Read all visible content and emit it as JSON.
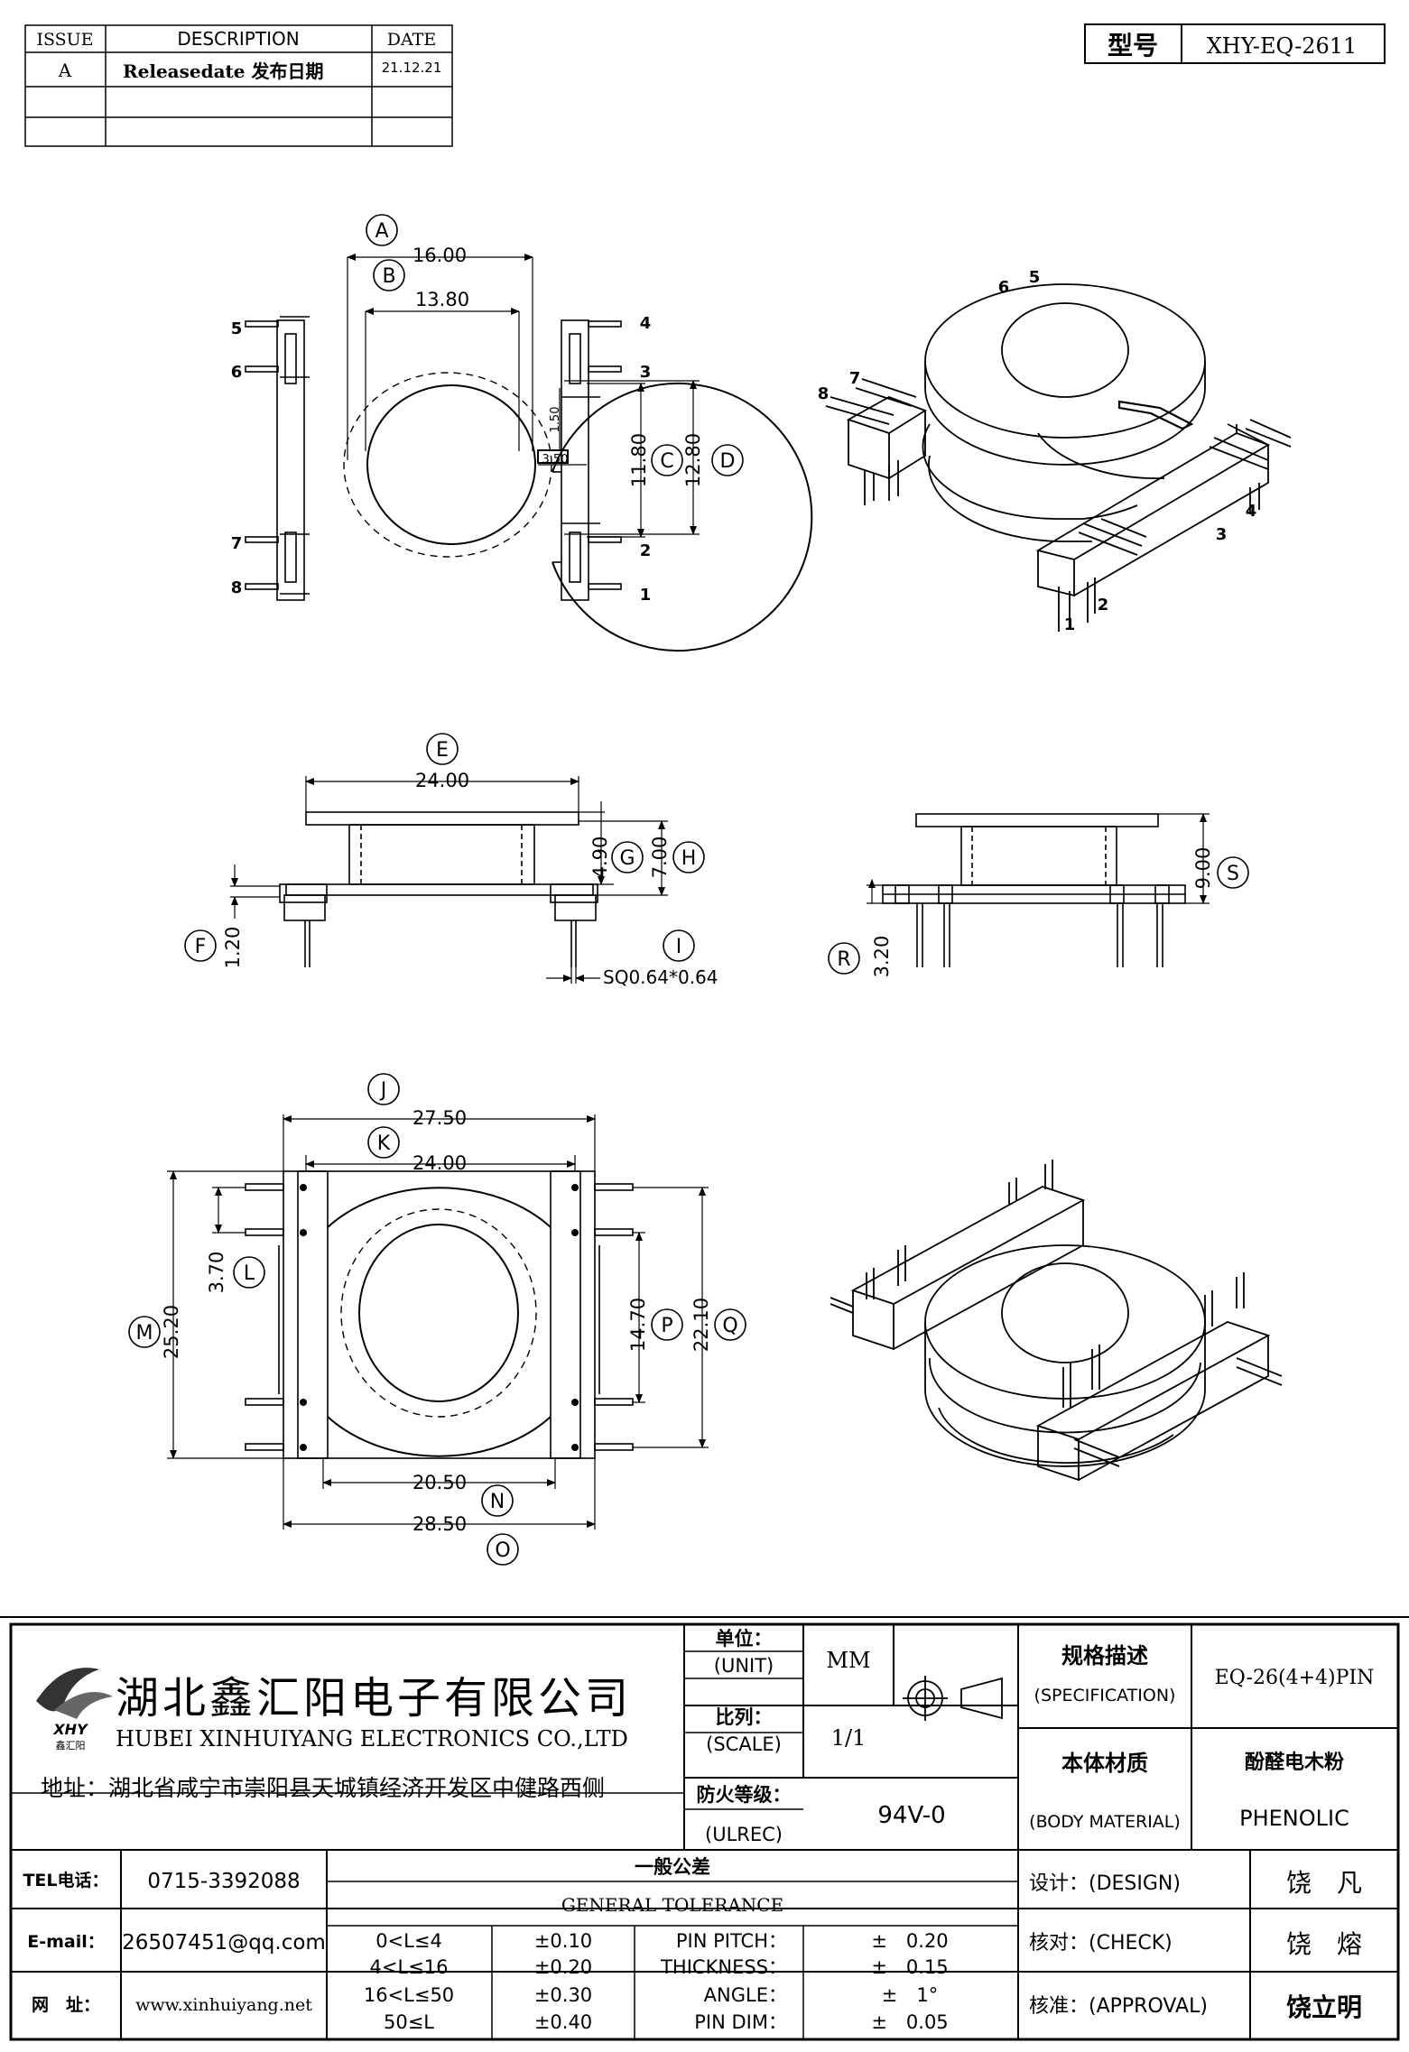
{
  "revision_table": {
    "headers": [
      "ISSUE",
      "DESCRIPTION",
      "DATE"
    ],
    "rows": [
      {
        "issue": "A",
        "description": "Releasedate 发布日期",
        "date": "21.12.21"
      },
      {
        "issue": "",
        "description": "",
        "date": ""
      },
      {
        "issue": "",
        "description": "",
        "date": ""
      }
    ]
  },
  "model": {
    "label": "型号",
    "value": "XHY-EQ-2611"
  },
  "top_view": {
    "labels": {
      "A": "A",
      "B": "B",
      "C": "C",
      "D": "D"
    },
    "dims": {
      "A": "16.00",
      "B": "13.80",
      "C": "11.80",
      "D": "12.80",
      "slot_h": "1.50",
      "slot_w": "3.50"
    },
    "pins_left": [
      "5",
      "6",
      "7",
      "8"
    ],
    "pins_right": [
      "4",
      "3",
      "2",
      "1"
    ]
  },
  "iso_top": {
    "pins": [
      "6",
      "5",
      "7",
      "8",
      "4",
      "3",
      "2",
      "1"
    ]
  },
  "front_view": {
    "labels": {
      "E": "E",
      "F": "F",
      "G": "G",
      "H": "H",
      "I": "I"
    },
    "dims": {
      "E": "24.00",
      "F": "1.20",
      "G": "4.90",
      "H": "7.00",
      "I": "SQ0.64*0.64"
    }
  },
  "side_view": {
    "labels": {
      "R": "R",
      "S": "S"
    },
    "dims": {
      "R": "3.20",
      "S": "9.00"
    }
  },
  "bottom_view": {
    "labels": {
      "J": "J",
      "K": "K",
      "L": "L",
      "M": "M",
      "N": "N",
      "O": "O",
      "P": "P",
      "Q": "Q"
    },
    "dims": {
      "J": "27.50",
      "K": "24.00",
      "L": "3.70",
      "M": "25.20",
      "N": "20.50",
      "O": "28.50",
      "P": "14.70",
      "Q": "22.10"
    }
  },
  "company": {
    "name_cn": "湖北鑫汇阳电子有限公司",
    "name_en": "HUBEI XINHUIYANG ELECTRONICS CO.,LTD",
    "logo_text": "XHY",
    "logo_sub": "鑫汇阳",
    "address": "地址：湖北省咸宁市崇阳县天城镇经济开发区中健路西侧"
  },
  "title_block": {
    "unit_label": "单位：",
    "unit_label_en": "(UNIT)",
    "unit_value": "MM",
    "scale_label": "比列：",
    "scale_label_en": "(SCALE)",
    "scale_value": "1/1",
    "ul_label": "防火等级：",
    "ul_label_en": "(ULREC)",
    "ul_value": "94V-0",
    "spec_label": "规格描述",
    "spec_label_en": "(SPECIFICATION)",
    "spec_value": "EQ-26(4+4)PIN",
    "material_label": "本体材质",
    "material_label_en": "(BODY MATERIAL)",
    "material_value_cn": "酚醛电木粉",
    "material_value": "PHENOLIC"
  },
  "contact": {
    "tel_label": "TEL电话：",
    "tel": "0715-3392088",
    "email_label": "E-mail：",
    "email": "26507451@qq.com",
    "web_label": "网　址：",
    "web": "www.xinhuiyang.net"
  },
  "tolerance": {
    "title_cn": "一般公差",
    "title_en": "GENERAL TOLERANCE",
    "ranges": [
      {
        "range": "0<L≤4",
        "tol": "±0.10"
      },
      {
        "range": "4<L≤16",
        "tol": "±0.20"
      },
      {
        "range": "16<L≤50",
        "tol": "±0.30"
      },
      {
        "range": "50≤L",
        "tol": "±0.40"
      }
    ],
    "items": [
      {
        "name": "PIN PITCH：",
        "tol": "±　0.20"
      },
      {
        "name": "THICKNESS：",
        "tol": "±　0.15"
      },
      {
        "name": "ANGLE：",
        "tol": "±　1°"
      },
      {
        "name": "PIN DIM：",
        "tol": "±　0.05"
      }
    ]
  },
  "signoff": {
    "design_label": "设计：(DESIGN)",
    "design_name": "饶　凡",
    "check_label": "核对：(CHECK)",
    "check_name": "饶　熔",
    "approval_label": "核准：(APPROVAL)",
    "approval_name": "饶立明"
  }
}
